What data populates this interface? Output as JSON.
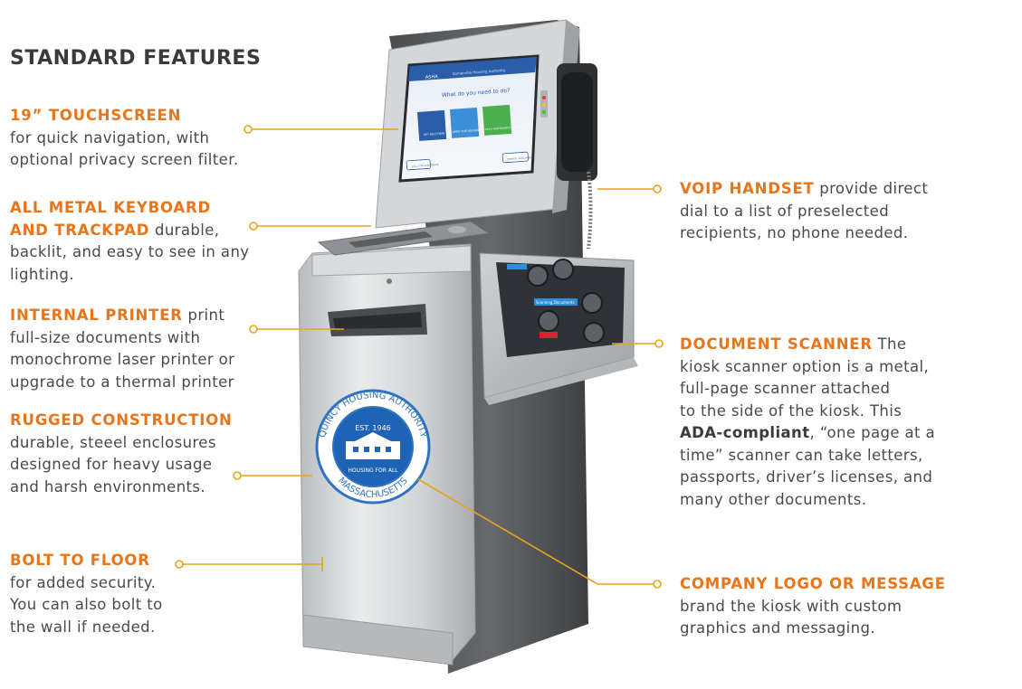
{
  "heading": "STANDARD FEATURES",
  "accent_color": "#e8751a",
  "connector_color": "#e8a317",
  "features": {
    "touchscreen": {
      "title": "19” TOUCHSCREEN",
      "lines": [
        "for quick navigation, with",
        "optional privacy screen filter."
      ]
    },
    "keyboard": {
      "title_line1": "ALL METAL KEYBOARD",
      "title_line2": "AND TRACKPAD",
      "text_line2": " durable,",
      "lines": [
        "backlit, and easy to see in any",
        "lighting."
      ]
    },
    "printer": {
      "title": "INTERNAL PRINTER",
      "text_line1": " print",
      "lines": [
        "full-size documents with",
        "monochrome laser printer or",
        "upgrade to a thermal printer"
      ]
    },
    "rugged": {
      "title": "RUGGED CONSTRUCTION",
      "lines": [
        "durable, steeel enclosures",
        "designed for heavy usage",
        "and harsh environments."
      ]
    },
    "bolt": {
      "title": "BOLT TO FLOOR",
      "lines": [
        "for added security.",
        "You can also bolt to",
        "the wall if needed."
      ]
    },
    "voip": {
      "title": "VOIP HANDSET",
      "text_line1": " provide direct",
      "lines": [
        "dial to a list of preselected",
        "recipients, no phone needed."
      ]
    },
    "scanner": {
      "title": "DOCUMENT SCANNER",
      "text_line1": " The",
      "line2": "kiosk scanner option is a metal,",
      "line3": "full-page scanner attached",
      "line4": "to the side of the kiosk. This",
      "line5_bold": "ADA-compliant",
      "line5_rest": ", “one page at a",
      "line6": "time” scanner can take letters,",
      "line7": "passports, driver’s licenses, and",
      "line8": "many other documents."
    },
    "logo": {
      "title": "COMPANY LOGO OR MESSAGE",
      "lines": [
        "brand the kiosk with custom",
        "graphics and messaging."
      ]
    }
  },
  "kiosk_screen": {
    "brand": "ASHA",
    "header_text": "Somerville Housing Authority",
    "question": "What do you need to do?",
    "tile1": "GET HELP NOW",
    "tile2": "APPLY FOR HOUSING",
    "tile3": "FILE A MAINTENANCE REQUEST",
    "footer_left": "CALL FOR ASSISTANCE",
    "footer_right": "CHANGE LANGUAGE"
  },
  "scanner_panel": {
    "label": "Scanning Documents"
  },
  "seal": {
    "ring_top": "QUINCY HOUSING AUTHORITY",
    "ring_bottom": "MASSACHUSETTS",
    "est": "EST. 1946",
    "motto": "HOUSING FOR ALL"
  }
}
